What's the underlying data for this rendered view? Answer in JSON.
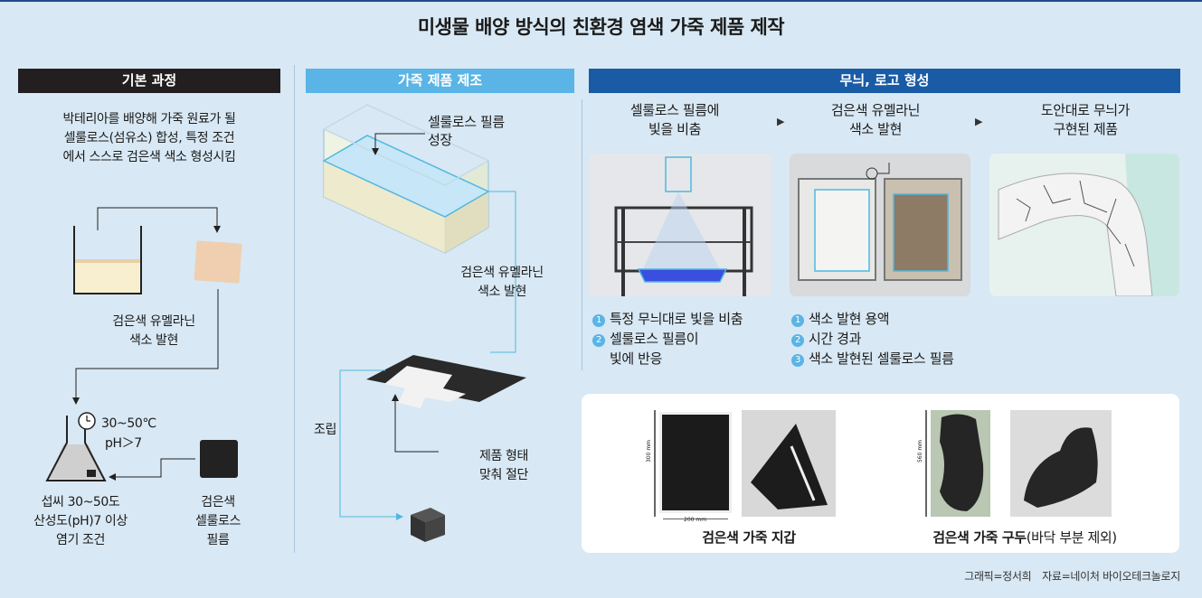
{
  "title": "미생물 배양 방식의 친환경 염색 가죽 제품 제작",
  "sections": {
    "basic": {
      "header": "기본 과정",
      "desc": [
        "박테리아를 배양해 가죽 원료가 될",
        "셀룰로스(섬유소) 합성, 특정 조건",
        "에서 스스로 검은색 색소 형성시킴"
      ],
      "step_pigment": [
        "검은색 유멜라닌",
        "색소 발현"
      ],
      "temp": "30~50℃",
      "ph": "pH＞7",
      "condition": [
        "섭씨 30~50도",
        "산성도(pH)7 이상",
        "염기 조건"
      ],
      "film": [
        "검은색",
        "셀룰로스",
        "필름"
      ]
    },
    "make": {
      "header": "가죽 제품 제조",
      "grow": [
        "셀룰로스 필름",
        "성장"
      ],
      "pigment": [
        "검은색 유멜라닌",
        "색소 발현"
      ],
      "assemble": "조립",
      "cut": [
        "제품 형태",
        "맞춰 절단"
      ]
    },
    "pattern": {
      "header": "무늬, 로고 형성",
      "steps": [
        {
          "title": [
            "셀룰로스 필름에",
            "빛을 비춤"
          ]
        },
        {
          "title": [
            "검은색 유멜라닌",
            "색소 발현"
          ]
        },
        {
          "title": [
            "도안대로 무늬가",
            "구현된 제품"
          ]
        }
      ],
      "notes1": [
        {
          "num": "1",
          "text": "특정 무늬대로 빛을 비춤"
        },
        {
          "num": "2",
          "text": "셀룰로스 필름이"
        },
        {
          "num": "",
          "text": "빛에 반응"
        }
      ],
      "notes2": [
        {
          "num": "1",
          "text": "색소 발현 용액"
        },
        {
          "num": "2",
          "text": "시간 경과"
        },
        {
          "num": "3",
          "text": "색소 발현된 셀룰로스 필름"
        }
      ]
    }
  },
  "products": {
    "wallet": "검은색 가죽 지갑",
    "shoe_bold": "검은색 가죽 구두",
    "shoe_rest": "(바닥 부분 제외)",
    "wallet_h": "300 mm",
    "wallet_w": "200 mm",
    "shoe_h": "560 mm"
  },
  "credit": "그래픽=정서희　자료=네이처 바이오테크놀로지",
  "colors": {
    "bar_dark": "#231f20",
    "bar_light": "#5ab4e5",
    "bar_blue": "#1a5ba6",
    "bg": "#d8e8f4",
    "accent": "#4fb8e0"
  }
}
